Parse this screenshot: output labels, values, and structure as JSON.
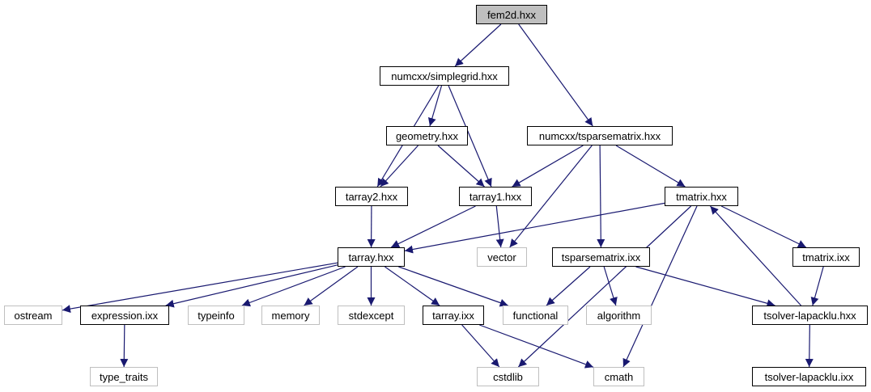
{
  "colors": {
    "edge": "#191970",
    "node_border": "#000000",
    "system_border": "#bfbfbf",
    "root_fill": "#bfbfbf"
  },
  "nodes": {
    "fem2d": "fem2d.hxx",
    "simplegrid": "numcxx/simplegrid.hxx",
    "tsparsematrix_hxx": "numcxx/tsparsematrix.hxx",
    "geometry": "geometry.hxx",
    "tarray2": "tarray2.hxx",
    "tarray1": "tarray1.hxx",
    "tmatrix_hxx": "tmatrix.hxx",
    "tarray_hxx": "tarray.hxx",
    "vector": "vector",
    "tsparsematrix_ixx": "tsparsematrix.ixx",
    "tmatrix_ixx": "tmatrix.ixx",
    "ostream": "ostream",
    "expression": "expression.ixx",
    "typeinfo": "typeinfo",
    "memory": "memory",
    "stdexcept": "stdexcept",
    "tarray_ixx": "tarray.ixx",
    "functional": "functional",
    "algorithm": "algorithm",
    "lapacklu_hxx": "tsolver-lapacklu.hxx",
    "type_traits": "type_traits",
    "cstdlib": "cstdlib",
    "cmath": "cmath",
    "lapacklu_ixx": "tsolver-lapacklu.ixx"
  },
  "edges": [
    [
      "fem2d",
      "simplegrid"
    ],
    [
      "fem2d",
      "tsparsematrix_hxx"
    ],
    [
      "simplegrid",
      "geometry"
    ],
    [
      "simplegrid",
      "tarray2"
    ],
    [
      "simplegrid",
      "tarray1"
    ],
    [
      "geometry",
      "tarray2"
    ],
    [
      "geometry",
      "tarray1"
    ],
    [
      "tsparsematrix_hxx",
      "tarray1"
    ],
    [
      "tsparsematrix_hxx",
      "vector"
    ],
    [
      "tsparsematrix_hxx",
      "tsparsematrix_ixx"
    ],
    [
      "tsparsematrix_hxx",
      "tmatrix_hxx"
    ],
    [
      "tarray2",
      "tarray_hxx"
    ],
    [
      "tarray1",
      "tarray_hxx"
    ],
    [
      "tarray1",
      "vector"
    ],
    [
      "tmatrix_hxx",
      "tarray_hxx"
    ],
    [
      "tmatrix_hxx",
      "tmatrix_ixx"
    ],
    [
      "tmatrix_hxx",
      "cstdlib"
    ],
    [
      "tmatrix_hxx",
      "cmath"
    ],
    [
      "tarray_hxx",
      "ostream"
    ],
    [
      "tarray_hxx",
      "expression"
    ],
    [
      "tarray_hxx",
      "typeinfo"
    ],
    [
      "tarray_hxx",
      "memory"
    ],
    [
      "tarray_hxx",
      "stdexcept"
    ],
    [
      "tarray_hxx",
      "tarray_ixx"
    ],
    [
      "tarray_hxx",
      "functional"
    ],
    [
      "tsparsematrix_ixx",
      "functional"
    ],
    [
      "tsparsematrix_ixx",
      "algorithm"
    ],
    [
      "tsparsematrix_ixx",
      "lapacklu_hxx"
    ],
    [
      "tmatrix_ixx",
      "lapacklu_hxx"
    ],
    [
      "lapacklu_hxx",
      "tmatrix_hxx"
    ],
    [
      "lapacklu_hxx",
      "lapacklu_ixx"
    ],
    [
      "expression",
      "type_traits"
    ],
    [
      "tarray_ixx",
      "cstdlib"
    ],
    [
      "tarray_ixx",
      "cmath"
    ]
  ]
}
